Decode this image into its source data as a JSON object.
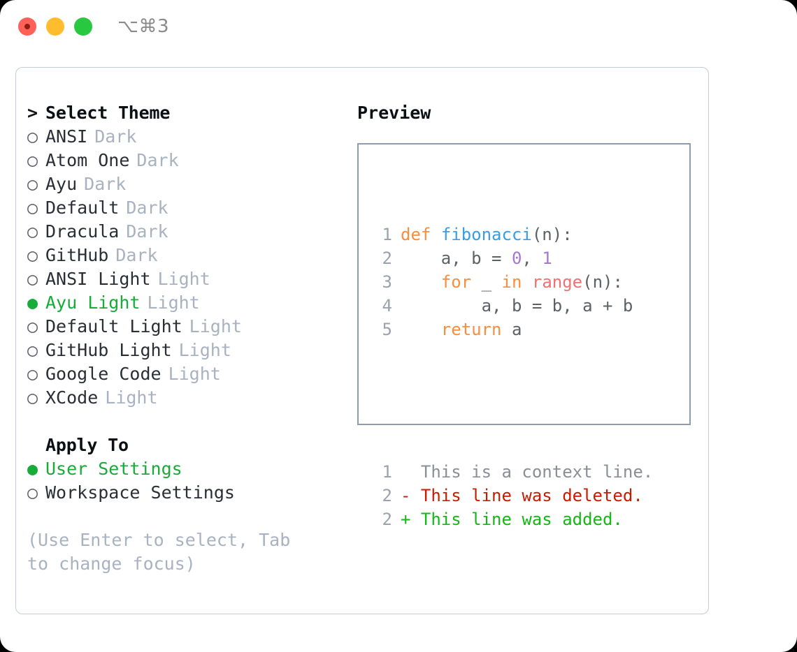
{
  "window": {
    "title": "⌥⌘3",
    "traffic_lights": [
      "close-red",
      "minimize-yellow",
      "maximize-green"
    ]
  },
  "theme_picker": {
    "header": "Select Theme",
    "header_caret": ">",
    "bullet_selected": "●",
    "bullet_unselected": "○",
    "themes": [
      {
        "name": "ANSI",
        "variant": "Dark",
        "selected": false
      },
      {
        "name": "Atom One",
        "variant": "Dark",
        "selected": false
      },
      {
        "name": "Ayu",
        "variant": "Dark",
        "selected": false
      },
      {
        "name": "Default",
        "variant": "Dark",
        "selected": false
      },
      {
        "name": "Dracula",
        "variant": "Dark",
        "selected": false
      },
      {
        "name": "GitHub",
        "variant": "Dark",
        "selected": false
      },
      {
        "name": "ANSI Light",
        "variant": "Light",
        "selected": false
      },
      {
        "name": "Ayu Light",
        "variant": "Light",
        "selected": true
      },
      {
        "name": "Default Light",
        "variant": "Light",
        "selected": false
      },
      {
        "name": "GitHub Light",
        "variant": "Light",
        "selected": false
      },
      {
        "name": "Google Code",
        "variant": "Light",
        "selected": false
      },
      {
        "name": "XCode",
        "variant": "Light",
        "selected": false
      }
    ]
  },
  "apply_to": {
    "header": "Apply To",
    "options": [
      {
        "label": "User Settings",
        "selected": true
      },
      {
        "label": "Workspace Settings",
        "selected": false
      }
    ]
  },
  "hint": "(Use Enter to select, Tab to change focus)",
  "preview": {
    "title": "Preview",
    "code_lines": [
      {
        "no": "1",
        "tokens": [
          {
            "t": "def",
            "c": "kw"
          },
          {
            "t": " ",
            "c": "pln"
          },
          {
            "t": "fibonacci",
            "c": "fn"
          },
          {
            "t": "(n):",
            "c": "pln"
          }
        ]
      },
      {
        "no": "2",
        "tokens": [
          {
            "t": "    a, b = ",
            "c": "pln"
          },
          {
            "t": "0",
            "c": "num"
          },
          {
            "t": ", ",
            "c": "pln"
          },
          {
            "t": "1",
            "c": "num"
          }
        ]
      },
      {
        "no": "3",
        "tokens": [
          {
            "t": "    ",
            "c": "pln"
          },
          {
            "t": "for",
            "c": "kw"
          },
          {
            "t": " _ ",
            "c": "pln"
          },
          {
            "t": "in",
            "c": "kw"
          },
          {
            "t": " ",
            "c": "pln"
          },
          {
            "t": "range",
            "c": "call"
          },
          {
            "t": "(n):",
            "c": "pln"
          }
        ]
      },
      {
        "no": "4",
        "tokens": [
          {
            "t": "        a, b = b, a + b",
            "c": "pln"
          }
        ]
      },
      {
        "no": "5",
        "tokens": [
          {
            "t": "    ",
            "c": "pln"
          },
          {
            "t": "return",
            "c": "kw"
          },
          {
            "t": " a",
            "c": "pln"
          }
        ]
      }
    ],
    "diff_lines": [
      {
        "no": "1",
        "marker": " ",
        "text": " This is a context line.",
        "kind": "ctx"
      },
      {
        "no": "2",
        "marker": "-",
        "text": " This line was deleted.",
        "kind": "del"
      },
      {
        "no": "2",
        "marker": "+",
        "text": " This line was added.",
        "kind": "add"
      }
    ]
  },
  "colors": {
    "accent_green": "#17ab38",
    "keyword": "#fa8d3e",
    "function": "#399ee6",
    "number": "#a37acc",
    "call": "#f07171",
    "diff_deleted": "#c91b00",
    "diff_added": "#14b814",
    "muted": "#a8b2c0",
    "panel_border": "#c3cbd6",
    "preview_border": "#8f9cad"
  }
}
